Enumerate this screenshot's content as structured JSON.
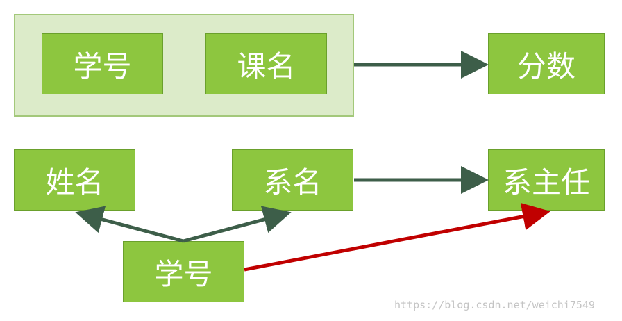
{
  "nodes": {
    "group_student_id": "学号",
    "group_course_name": "课名",
    "score": "分数",
    "name": "姓名",
    "department_name": "系名",
    "department_head": "系主任",
    "student_id": "学号"
  },
  "colors": {
    "box_fill": "#8dc63f",
    "group_fill": "#dcebc9",
    "arrow": "#3d5e49",
    "transitive_arrow": "#c00000"
  },
  "watermark": "https://blog.csdn.net/weichi7549"
}
